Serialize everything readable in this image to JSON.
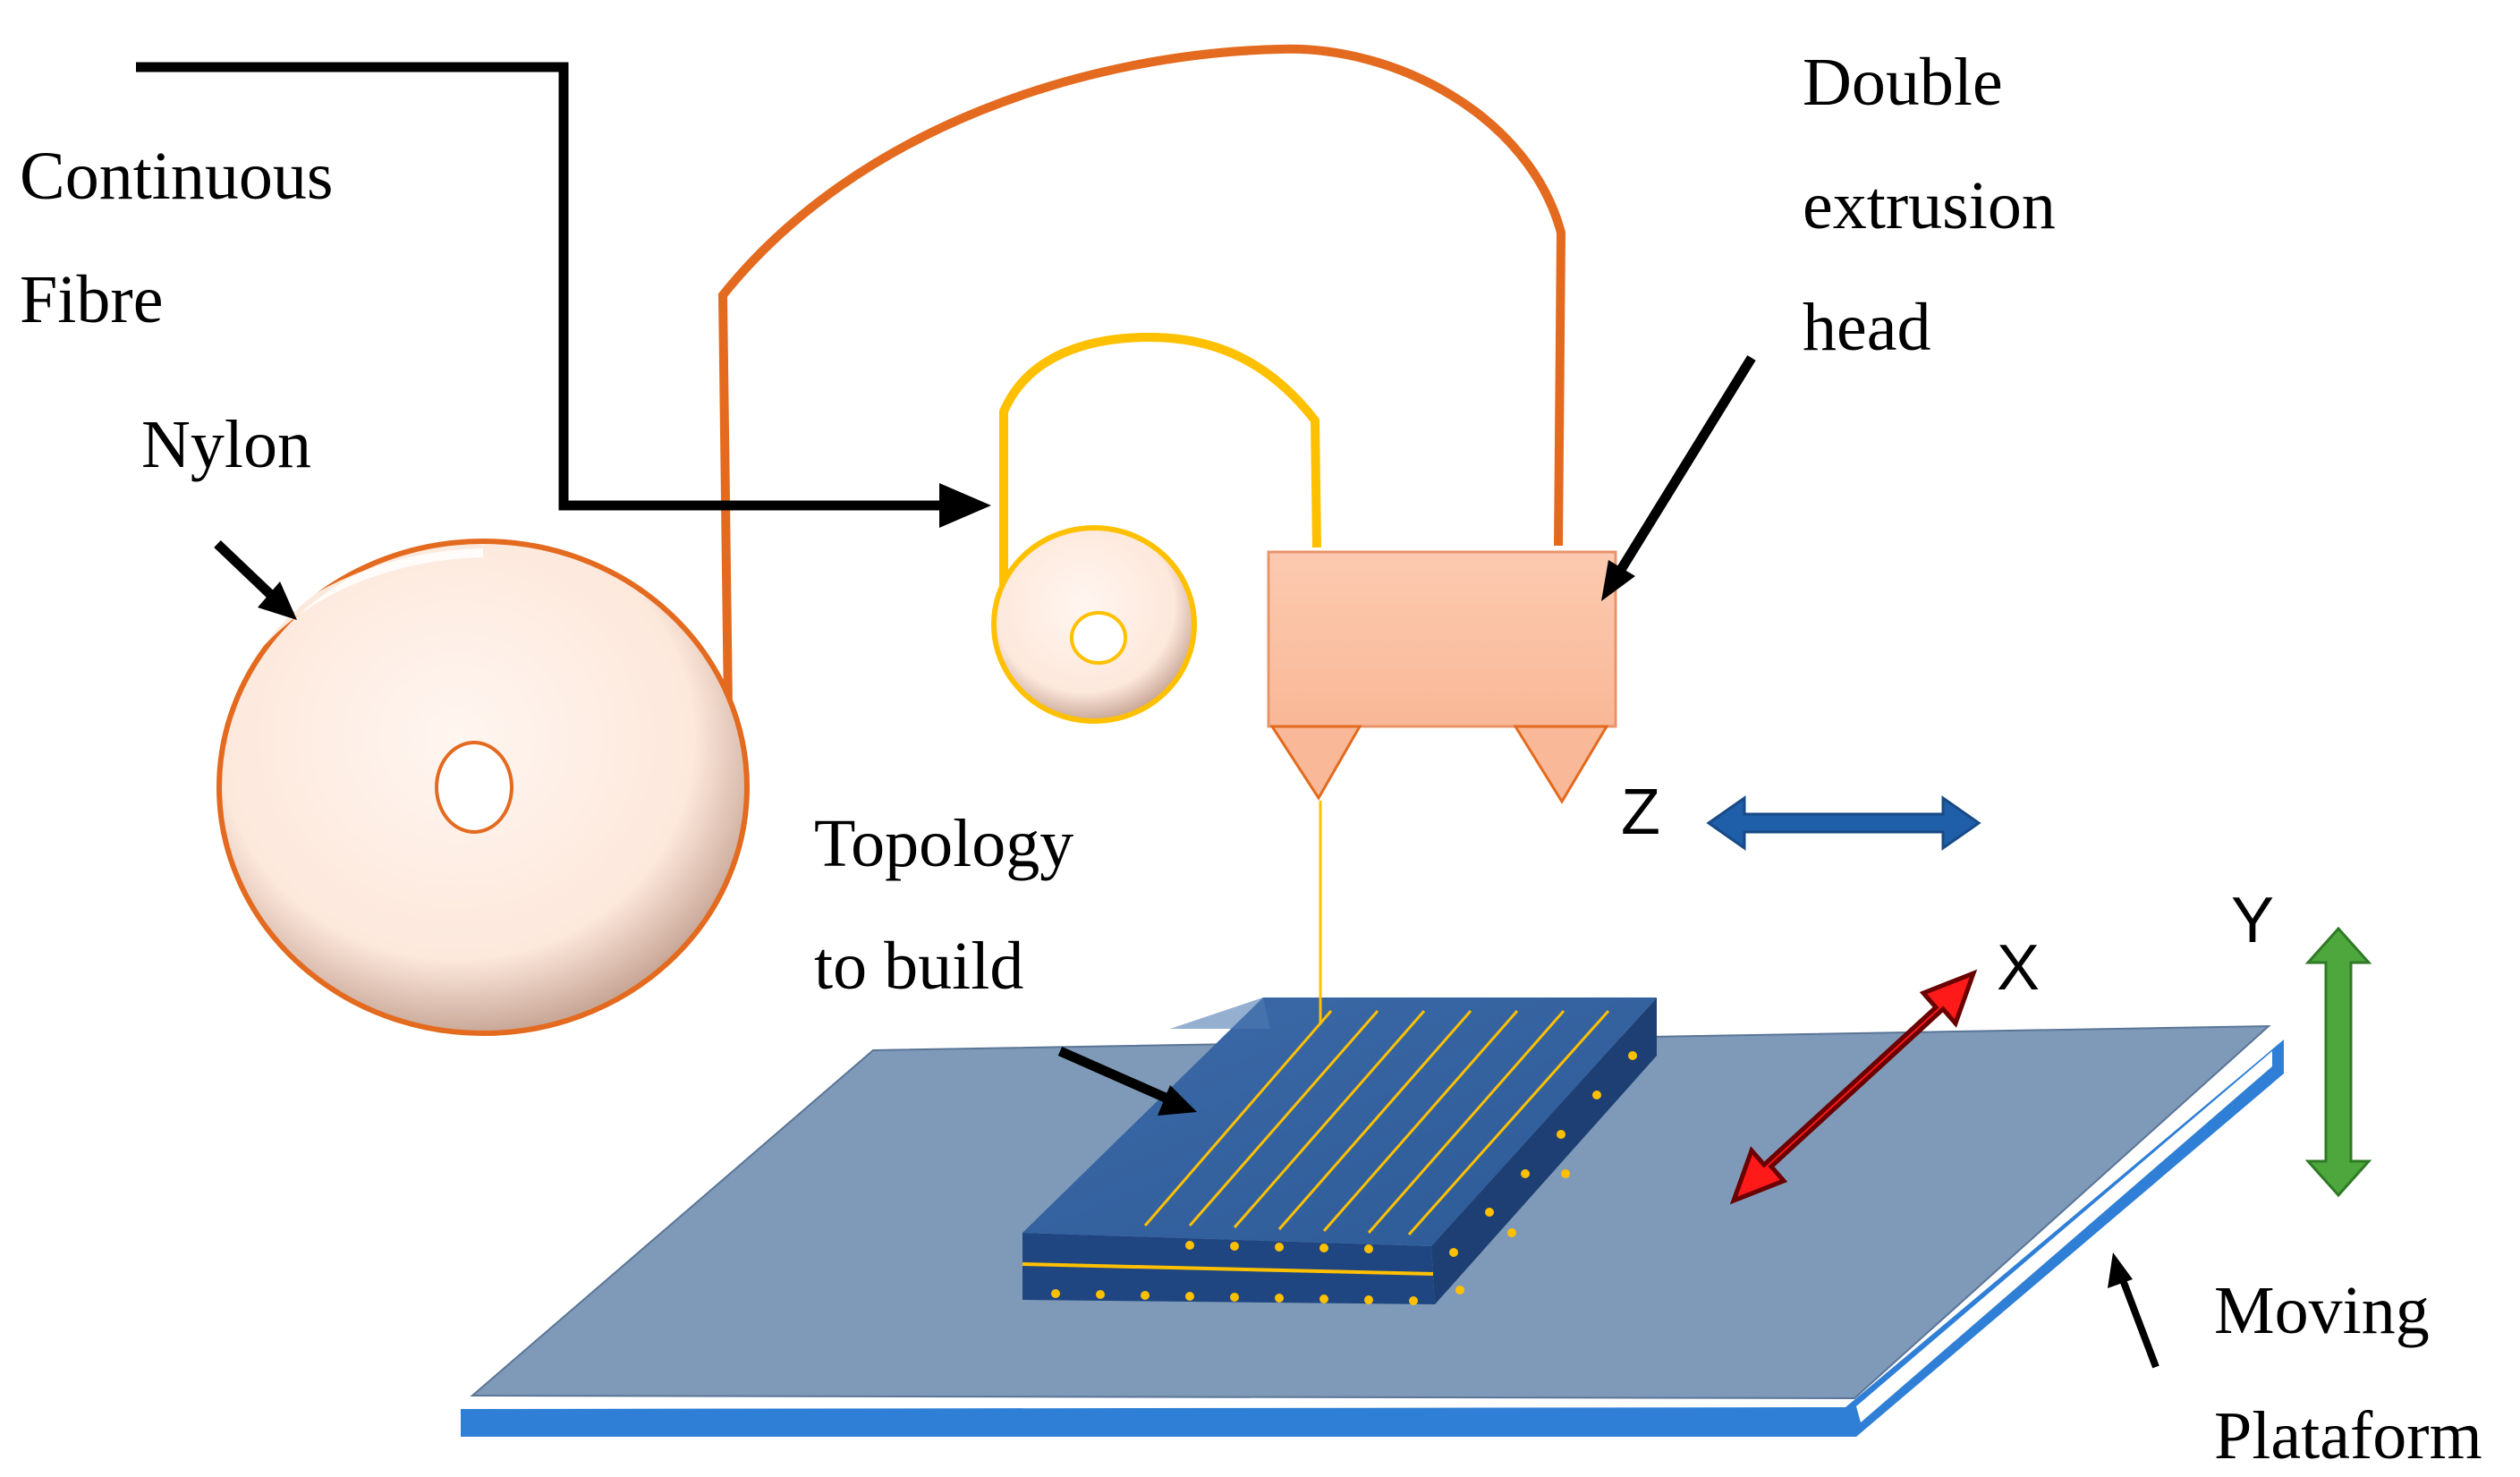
{
  "labels": {
    "continuous_fibre": [
      "Continuous",
      "Fibre"
    ],
    "nylon": "Nylon",
    "double_extrusion_head": [
      "Double",
      "extrusion",
      "head"
    ],
    "topology_to_build": [
      "Topology",
      "to build"
    ],
    "moving_platform": [
      "Moving",
      "Plataform"
    ]
  },
  "axes": {
    "z": "Z",
    "x": "X",
    "y": "Y"
  },
  "colors": {
    "nylon_filament": "#e36a1e",
    "fibre_filament": "#ffc000",
    "spool_fill": "#fde8dc",
    "head_fill": "#fbc3a6",
    "platform": "#7f9ab8",
    "platform_edge": "#2f7fd6",
    "part": "#2c5a96",
    "z_arrow": "#1f5ea8",
    "x_arrow": "#ff1a1a",
    "y_arrow": "#4ea73d"
  }
}
